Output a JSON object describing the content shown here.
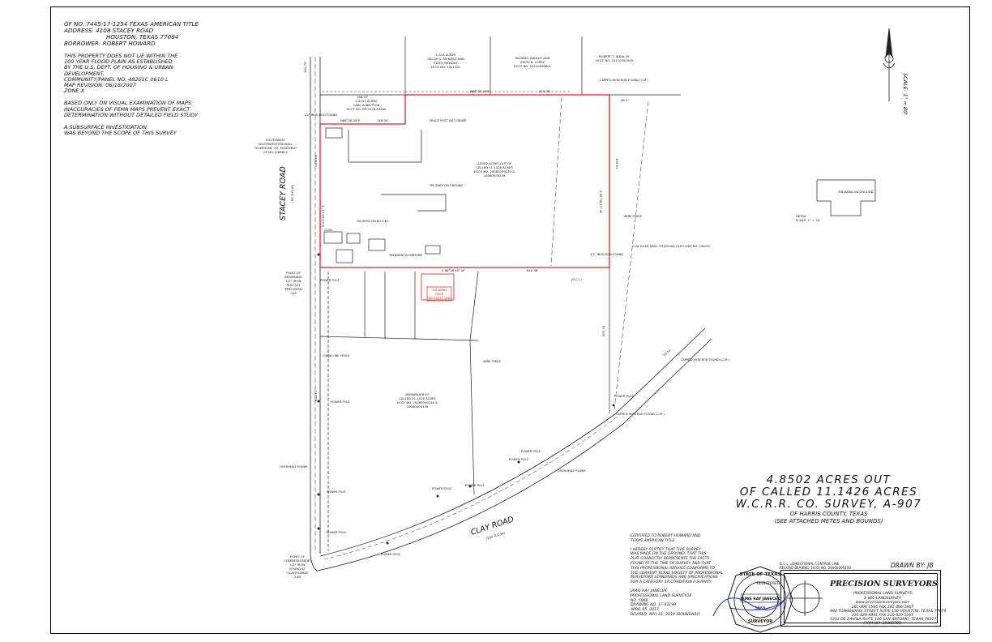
{
  "notes": {
    "header_lines": [
      "GF NO. 7445-17-1254 TEXAS AMERICAN TITLE",
      "ADDRESS: 4108 STACEY ROAD",
      "HOUSTON, TEXAS 77084",
      "BORROWER: ROBERT HOWARD"
    ],
    "flood_lines": [
      "THIS PROPERTY DOES NOT LIE WITHIN THE",
      "100 YEAR FLOOD PLAIN AS ESTABLISHED",
      "BY THE U.S. DEPT. OF HOUSING & URBAN",
      "DEVELOPMENT.",
      "COMMUNITY/PANEL NO. 48201C 0610 L",
      "MAP REVISION: 06/18/2007",
      "ZONE X"
    ],
    "visual_lines": [
      "BASED ONLY ON VISUAL EXAMINATION OF MAPS.",
      "INACCURACIES OF FEMA MAPS PREVENT EXACT",
      "DETERMINATION WITHOUT DETAILED FIELD STUDY"
    ],
    "subsurface_lines": [
      "A SUBSURFACE INVESTIGATION",
      "WAS BEYOND THE SCOPE OF THIS SURVEY"
    ]
  },
  "map": {
    "stacey_road": "STACEY ROAD",
    "stacey_road_row": "(80' R.O.W.)",
    "clay_road": "CLAY ROAD",
    "clay_road_row": "(100' R.O.W.)",
    "scale": "SCALE: 1\" = 80'",
    "main_tract": [
      "4.8502 ACRES OUT OF",
      "CALLED 11.1426 ACRES",
      "HCCF NO. 20060009230 &",
      "20060009339"
    ],
    "remainder": [
      "REMAINDER OF",
      "CALLED 11.1426 ACRES",
      "HCCF NO. 20060009230 &",
      "20060009339"
    ],
    "small_tract": [
      "0.5151 ACRES",
      "CARL ALBRITTON",
      "HCCF NO. RP-2016-84480"
    ],
    "adjoiner_1": [
      "1.316 ACRES",
      "OSCAR G. MENDEZ AND",
      "EDITH MENDEZ",
      "HCCF NO. 1501281"
    ],
    "adjoiner_2": [
      "MICHAEL HADLEY AND",
      "SHERI B. LOPEZ",
      "HCCF NO. 20110208601"
    ],
    "adjoiner_3": [
      "ROBERT T. INDAL JR.",
      "HCCF NO. 20110294500"
    ],
    "bell_esmt": [
      "SOUTHWEST",
      "SOUTHWESTERN BELL",
      "TELEPHONE CO. EASEMENT",
      "CF NO. J289615"
    ],
    "pob": [
      "POINT OF",
      "BEGINNING",
      "1/2\" IRON",
      "ROD SET",
      "\"PRECISION\"",
      "CAP"
    ],
    "poc": [
      "POINT OF",
      "COMMENCEMENT",
      "1/2\" IRON",
      "FOUND AT",
      "\"CLAY/ELDRID\"",
      "2.80"
    ],
    "tin_barn_callout": [
      "TIN BARN",
      "OVER",
      "PROPERTY LINE"
    ],
    "dims": {
      "top_west": "168.00'",
      "top_mid": "N88°28'49\"E",
      "top_east": "412.38'",
      "north_seg": "168.00'",
      "north_bearing": "N88°28'49\"E",
      "right_dist": "330.61'",
      "right_bearing": "S 00°35'17\" W",
      "south_bearing": "S 88°28'49\" W",
      "south_dist": "610.36'",
      "west_dist": "329.69'",
      "west_bearing": "N 00°35'17\" E",
      "lower_right": "301.31'",
      "lower_left": "681.71'",
      "tie_right": "68.1'",
      "tie_left": "1/2\" IRON",
      "clay_ne": "70.15'",
      "stacey_top": "160.75'"
    },
    "labels": {
      "power_pole": "POWER POLE",
      "overhead_power": "OVERHEAD POWER",
      "wire_fence": "WIRE FENCE",
      "chain_link": "CHAIN LINK FENCE",
      "fence_post": "FENCE POST ON CORNER",
      "capped_iron": "CAPPED IRON ROD FOUND (C.M.)",
      "half_iron": "1/2\" IRON ROD FOUND",
      "clay_esmt": "CLAY ROAD DRILL SITE/ROAD FILM CODE NO. 000000",
      "tin_shed": "TIN SHED ON GROUND",
      "tin_shed_blocks": "TIN SHED ON BLOCKS",
      "tin_barn_ground": "TIN BARN ON GROUND",
      "conc": "CONC.",
      "dcl": "(D.C.L.)",
      "detail": "DETAIL",
      "detail_scale": "SCALE: 1\" = 30'",
      "tin_barn": "TIN BARN ON GROUND"
    }
  },
  "title": {
    "line1": "4.8502 ACRES OUT",
    "line2": "OF CALLED 11.1426 ACRES",
    "line3": "W.C.R.R. CO. SURVEY, A-907",
    "line4": "OF HARRIS COUNTY, TEXAS",
    "line5": "(SEE ATTACHED METES AND BOUNDS)"
  },
  "certification": {
    "cert_lines": [
      "CERTIFIED TO ROBERT HOWARD AND",
      "TEXAS AMERICAN TITLE:"
    ],
    "statement_lines": [
      "I HEREBY CERTIFY THAT THIS SURVEY",
      "WAS MADE ON THE GROUND, THAT THIS",
      "PLAT CORRECTLY REPRESENTS THE FACTS",
      "FOUND AT THE TIME OF SURVEY AND THAT",
      "THIS PROFESSIONAL SERVICE CONFORMS TO",
      "THE CURRENT TEXAS SOCIETY OF PROFESSIONAL",
      "SURVEYORS STANDARDS AND SPECIFICATIONS",
      "FOR A CATEGORY 1A CONDITION II SURVEY."
    ],
    "surveyor_lines": [
      "JAMIE RAY JANECEK",
      "PROFESSIONAL LAND SURVEYOR",
      "NO. 5868",
      "DRAWING NO. 17-03199",
      "APRIL 05, 2017",
      "REVISED: MAY 01, 2019 (BOUNDARY)"
    ]
  },
  "seal": {
    "top_text": "STATE OF TEXAS",
    "registered": "REGISTERED",
    "name": "JAMIE RAY JANECEK",
    "number": "5868",
    "bottom_text": "SURVEYOR"
  },
  "firm": {
    "name": "PRECISION SURVEYORS",
    "sub": "PROFESSIONAL LAND SURVEYS",
    "phone_toll": "1-800-LANDSURVEY",
    "web": "www.precisionsurveyors.com",
    "phone1": "281-496-1586    FAX 281-496-1867",
    "address": "990 TOWNHOUSE STREET SUITE 150 HOUSTON, TEXAS 77079",
    "phone2": "210-829-4941         FAX 210-829-1355",
    "address2": "5311 DE ZAVALA SUITE 100 SAN ANTONIO, TEXAS 78217",
    "firm_no": "FIRM NO. 10083700"
  },
  "drawn_by": "DRAWN BY: JB",
  "control_note": [
    "D.C.L.=DIRECTIONAL CONTROL LINE",
    "RECORD BEARING: HCCF NO. 20060009230"
  ]
}
